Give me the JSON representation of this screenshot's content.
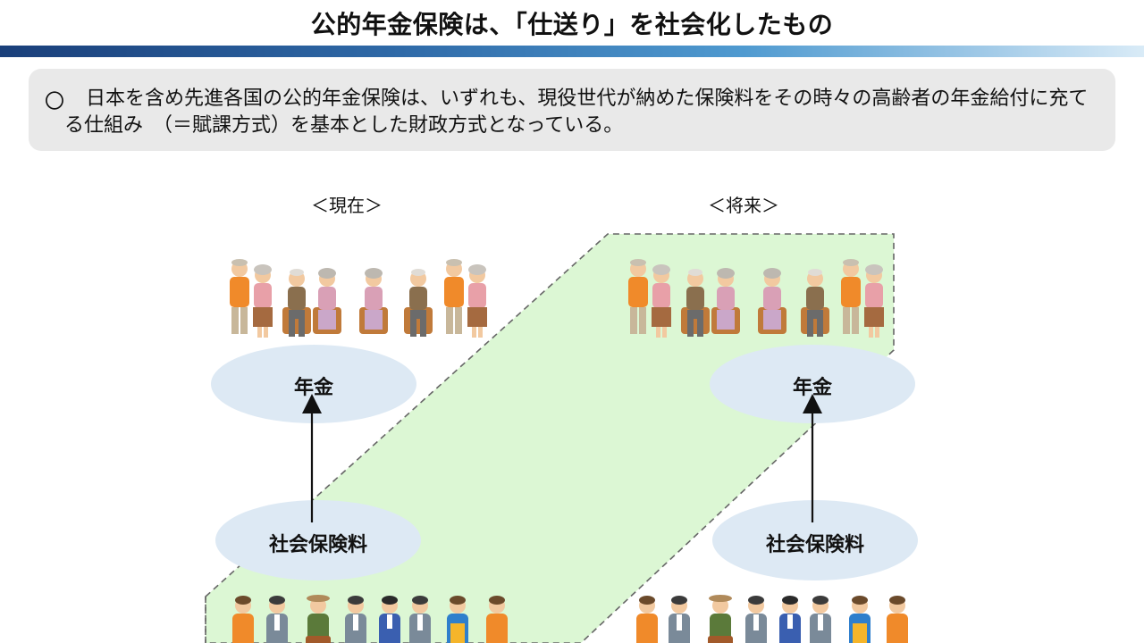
{
  "title": "公的年金保険は、「仕送り」を社会化したもの",
  "summary": {
    "bullet": "〇",
    "text": "日本を含め先進各国の公的年金保険は、いずれも、現役世代が納めた保険料をその時々の高齢者の年金給付に充てる仕組み　（＝賦課方式）を基本とした財政方式となっている。"
  },
  "present": {
    "label": "＜現在＞",
    "pension_label": "年金",
    "premium_label": "社会保険料"
  },
  "future": {
    "label": "＜将来＞",
    "pension_label": "年金",
    "premium_label": "社会保険料"
  },
  "colors": {
    "title_bar_start": "#1a3f7a",
    "title_bar_end": "#d9ebf7",
    "ellipse_fill": "#dde9f4",
    "flow_band_fill": "#dcf7d4",
    "summary_bg": "#e9e9e9"
  },
  "illustrations": {
    "elderly_group": "elderly-people-illustration",
    "worker_group": "working-generation-illustration"
  }
}
